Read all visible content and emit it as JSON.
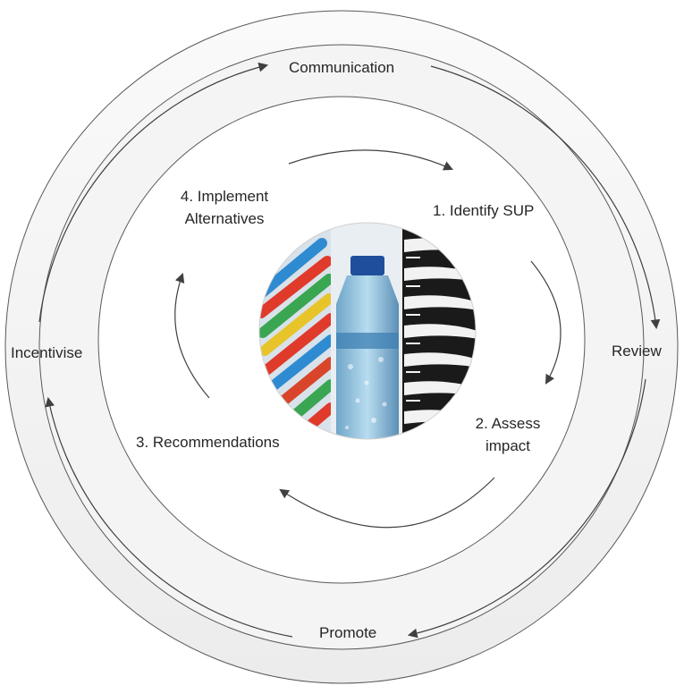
{
  "diagram": {
    "outer_cycle": {
      "top": "Communication",
      "right": "Review",
      "bottom": "Promote",
      "left": "Incentivise"
    },
    "inner_cycle": {
      "step1": "1. Identify SUP",
      "step2_line1": "2. Assess",
      "step2_line2": "impact",
      "step3": "3. Recommendations",
      "step4_line1": "4. Implement",
      "step4_line2": "Alternatives"
    },
    "center_image": {
      "panels": [
        "plastic-straws",
        "water-bottle",
        "plastic-forks"
      ]
    },
    "colors": {
      "ring_stroke": "#595959",
      "ring_fill": "#f2f2f2",
      "arrow": "#404040",
      "text": "#262626"
    }
  }
}
